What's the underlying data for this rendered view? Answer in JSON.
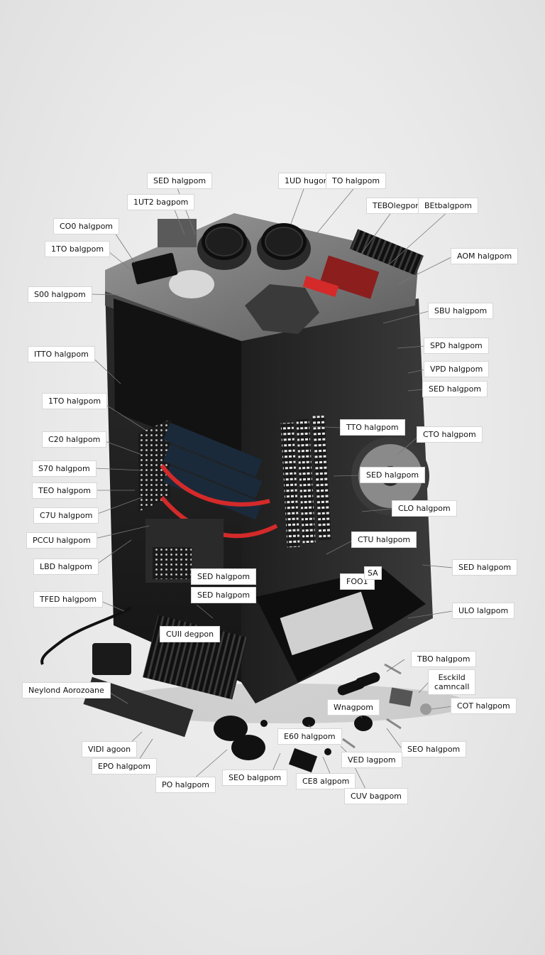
{
  "labels": [
    "SED halgpom",
    "1UD hugom",
    "TO halgpom",
    "1UT2 bagpom",
    "CO0 halgpom",
    "TEBOlegpom",
    "BEtbalgpom",
    "1TO balgpom",
    "AOM halgpom",
    "S00 halgpom",
    "SBU halgpom",
    "ITTO halgpom",
    "SPD halgpom",
    "VPD halgpom",
    "SED halgpom",
    "1TO halgpom",
    "TTO halgpom",
    "C20 halgpom",
    "CTO halgpom",
    "S70 halgpom",
    "SED halgpom",
    "TEO halgpom",
    "CLO halgpom",
    "C7U halgpom",
    "CTU halgpom",
    "PCCU halgpom",
    "LBD halgpom",
    "SED halgpom",
    "TFED halgpom",
    "SED halgpom",
    "FOO1",
    "SA",
    "ULO lalgpom",
    "CUII degpon",
    "TBO halgpom",
    "Esckild\ncamncall",
    "Neylond Aorozoane",
    "Wnagpom",
    "COT halgpom",
    "E60 halgpom",
    "VIDI agoon",
    "EPO halgpom",
    "SEO balgpom",
    "VED lagpom",
    "PO halgpom",
    "SEO halgpom",
    "CE8 algpom",
    "CUV bagpom"
  ],
  "colors": {
    "case_dark": "#222222",
    "case_top": "#8a8a8a",
    "accent_red": "#d42a2a",
    "callout_bg": "#ffffff"
  }
}
